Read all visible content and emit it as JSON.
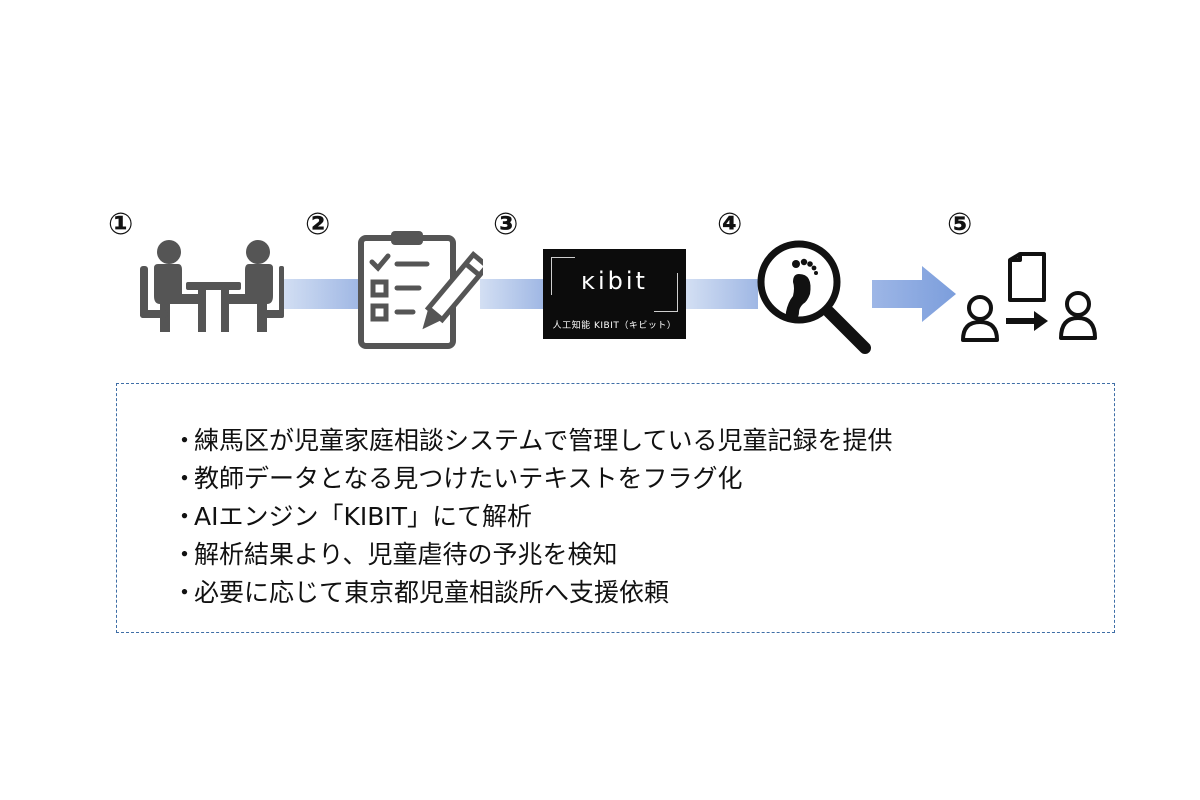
{
  "steps": [
    {
      "num": "①",
      "icon": "meeting-icon"
    },
    {
      "num": "②",
      "icon": "clipboard-checklist-icon"
    },
    {
      "num": "③",
      "icon": "kibit-logo"
    },
    {
      "num": "④",
      "icon": "footprint-magnifier-icon"
    },
    {
      "num": "⑤",
      "icon": "handover-icon"
    }
  ],
  "kibit": {
    "logo": "ĸibit",
    "subtitle": "人工知能 KIBIT（キビット）"
  },
  "descriptions": [
    "練馬区が児童家庭相談システムで管理している児童記録を提供",
    "教師データとなる見つけたいテキストをフラグ化",
    "AIエンジン「KIBIT」にて解析",
    "解析結果より、児童虐待の予兆を検知",
    "必要に応じて東京都児童相談所へ支援依頼"
  ],
  "bullet": "・",
  "colors": {
    "connector_start": "#d3dff3",
    "connector_end": "#9fb7e4",
    "arrow": "#8aaae0",
    "border": "#3f6ea6",
    "icon": "#555555"
  }
}
